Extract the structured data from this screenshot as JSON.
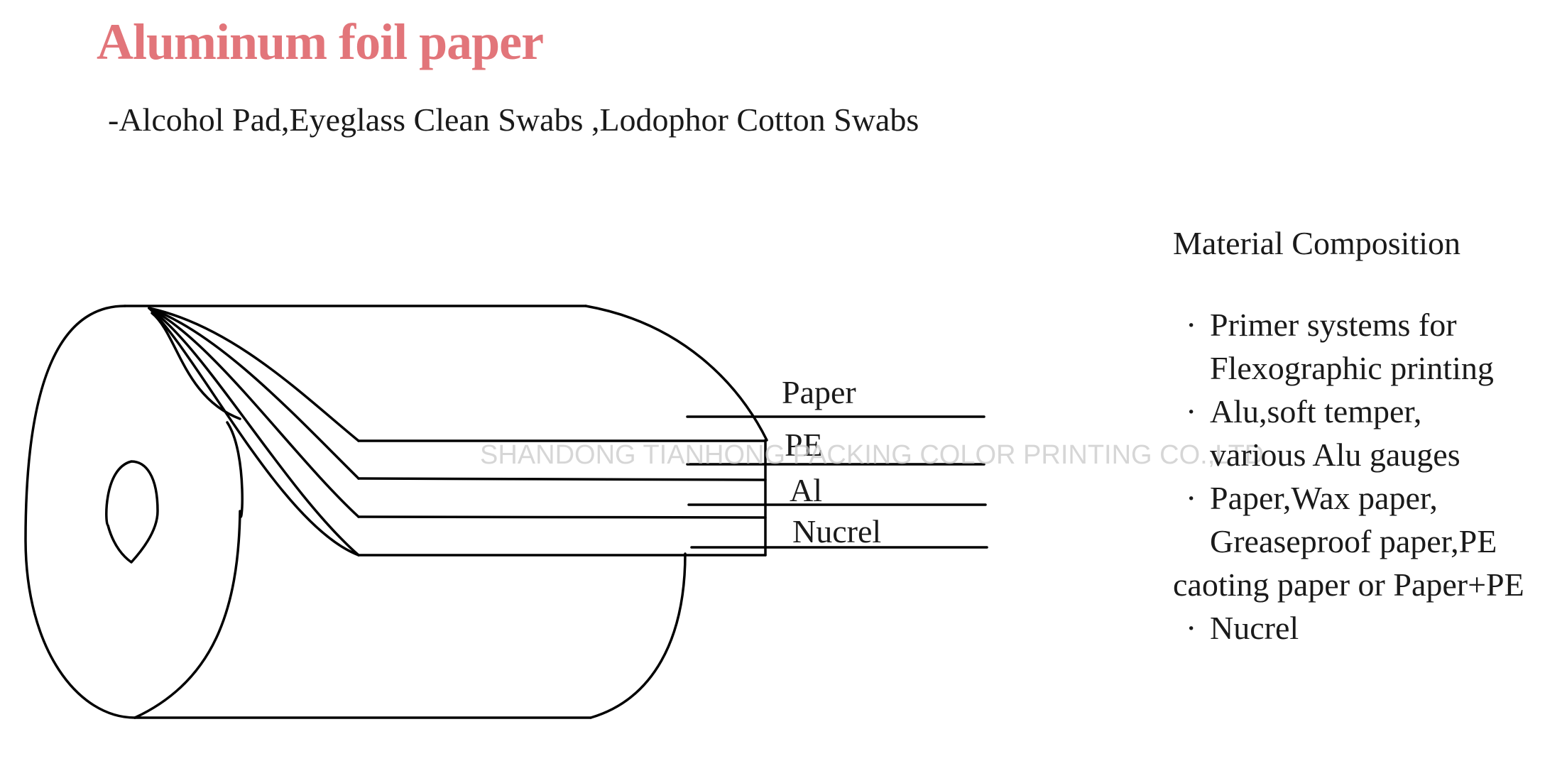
{
  "colors": {
    "title": "#e2757a",
    "text": "#1a1a1a",
    "watermark": "#c9c9c9"
  },
  "title": "Aluminum foil paper",
  "subtitle": "-Alcohol Pad,Eyeglass Clean Swabs ,Lodophor Cotton Swabs",
  "watermark": "SHANDONG TIANHONG PACKING COLOR PRINTING CO.,LTD",
  "layers": [
    "Paper",
    "PE",
    "Al",
    "Nucrel"
  ],
  "composition": {
    "heading": "Material Composition",
    "bullet_symbol": "·",
    "items": [
      {
        "lines": [
          "Primer systems for",
          "Flexographic printing"
        ]
      },
      {
        "lines": [
          "Alu,soft temper,",
          "various Alu gauges"
        ]
      },
      {
        "lines": [
          "Paper,Wax paper,",
          "Greaseproof paper,PE",
          "caoting paper or Paper+PE"
        ]
      },
      {
        "lines": [
          "Nucrel"
        ]
      }
    ]
  }
}
